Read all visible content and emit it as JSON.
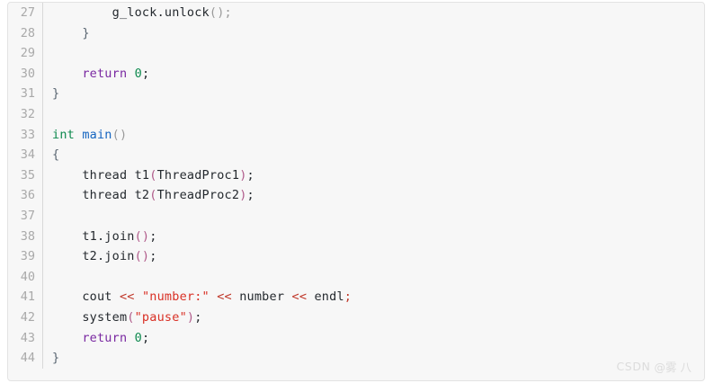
{
  "editor": {
    "language": "cpp",
    "first_line_number": 27,
    "theme_background": "#f7f7f7",
    "border_color": "#e3e3e3",
    "gutter_text_color": "#a9a9a9",
    "text_color": "#24292e"
  },
  "lines": [
    {
      "number": "27",
      "tokens": [
        {
          "text": "        ",
          "type": "plain"
        },
        {
          "text": "g_lock.unlock",
          "type": "plain"
        },
        {
          "text": "();",
          "type": "paren"
        }
      ]
    },
    {
      "number": "28",
      "tokens": [
        {
          "text": "    ",
          "type": "plain"
        },
        {
          "text": "}",
          "type": "brace"
        }
      ]
    },
    {
      "number": "29",
      "tokens": []
    },
    {
      "number": "30",
      "tokens": [
        {
          "text": "    ",
          "type": "plain"
        },
        {
          "text": "return",
          "type": "keyword"
        },
        {
          "text": " ",
          "type": "plain"
        },
        {
          "text": "0",
          "type": "number"
        },
        {
          "text": ";",
          "type": "plain"
        }
      ]
    },
    {
      "number": "31",
      "tokens": [
        {
          "text": "}",
          "type": "brace"
        }
      ]
    },
    {
      "number": "32",
      "tokens": []
    },
    {
      "number": "33",
      "tokens": [
        {
          "text": "int",
          "type": "type"
        },
        {
          "text": " ",
          "type": "plain"
        },
        {
          "text": "main",
          "type": "func"
        },
        {
          "text": "()",
          "type": "paren"
        }
      ]
    },
    {
      "number": "34",
      "tokens": [
        {
          "text": "{",
          "type": "brace"
        }
      ]
    },
    {
      "number": "35",
      "tokens": [
        {
          "text": "    ",
          "type": "plain"
        },
        {
          "text": "thread t1",
          "type": "plain"
        },
        {
          "text": "(",
          "type": "punct"
        },
        {
          "text": "ThreadProc1",
          "type": "plain"
        },
        {
          "text": ")",
          "type": "punct"
        },
        {
          "text": ";",
          "type": "plain"
        }
      ]
    },
    {
      "number": "36",
      "tokens": [
        {
          "text": "    ",
          "type": "plain"
        },
        {
          "text": "thread t2",
          "type": "plain"
        },
        {
          "text": "(",
          "type": "punct"
        },
        {
          "text": "ThreadProc2",
          "type": "plain"
        },
        {
          "text": ")",
          "type": "punct"
        },
        {
          "text": ";",
          "type": "plain"
        }
      ]
    },
    {
      "number": "37",
      "tokens": []
    },
    {
      "number": "38",
      "tokens": [
        {
          "text": "    ",
          "type": "plain"
        },
        {
          "text": "t1.join",
          "type": "plain"
        },
        {
          "text": "()",
          "type": "punct"
        },
        {
          "text": ";",
          "type": "plain"
        }
      ]
    },
    {
      "number": "39",
      "tokens": [
        {
          "text": "    ",
          "type": "plain"
        },
        {
          "text": "t2.join",
          "type": "plain"
        },
        {
          "text": "()",
          "type": "punct"
        },
        {
          "text": ";",
          "type": "plain"
        }
      ]
    },
    {
      "number": "40",
      "tokens": []
    },
    {
      "number": "41",
      "tokens": [
        {
          "text": "    ",
          "type": "plain"
        },
        {
          "text": "cout",
          "type": "plain"
        },
        {
          "text": " ",
          "type": "plain"
        },
        {
          "text": "<<",
          "type": "operator"
        },
        {
          "text": " ",
          "type": "plain"
        },
        {
          "text": "\"number:\"",
          "type": "string"
        },
        {
          "text": " ",
          "type": "plain"
        },
        {
          "text": "<<",
          "type": "operator"
        },
        {
          "text": " ",
          "type": "plain"
        },
        {
          "text": "number",
          "type": "plain"
        },
        {
          "text": " ",
          "type": "plain"
        },
        {
          "text": "<<",
          "type": "operator"
        },
        {
          "text": " ",
          "type": "plain"
        },
        {
          "text": "endl",
          "type": "plain"
        },
        {
          "text": ";",
          "type": "operator"
        }
      ]
    },
    {
      "number": "42",
      "tokens": [
        {
          "text": "    ",
          "type": "plain"
        },
        {
          "text": "system",
          "type": "plain"
        },
        {
          "text": "(",
          "type": "punct"
        },
        {
          "text": "\"pause\"",
          "type": "string"
        },
        {
          "text": ")",
          "type": "punct"
        },
        {
          "text": ";",
          "type": "plain"
        }
      ]
    },
    {
      "number": "43",
      "tokens": [
        {
          "text": "    ",
          "type": "plain"
        },
        {
          "text": "return",
          "type": "keyword"
        },
        {
          "text": " ",
          "type": "plain"
        },
        {
          "text": "0",
          "type": "number"
        },
        {
          "text": ";",
          "type": "plain"
        }
      ]
    },
    {
      "number": "44",
      "tokens": [
        {
          "text": "}",
          "type": "brace"
        }
      ]
    }
  ],
  "watermark": {
    "mark": "CSDN",
    "handle": "@雾 八"
  }
}
